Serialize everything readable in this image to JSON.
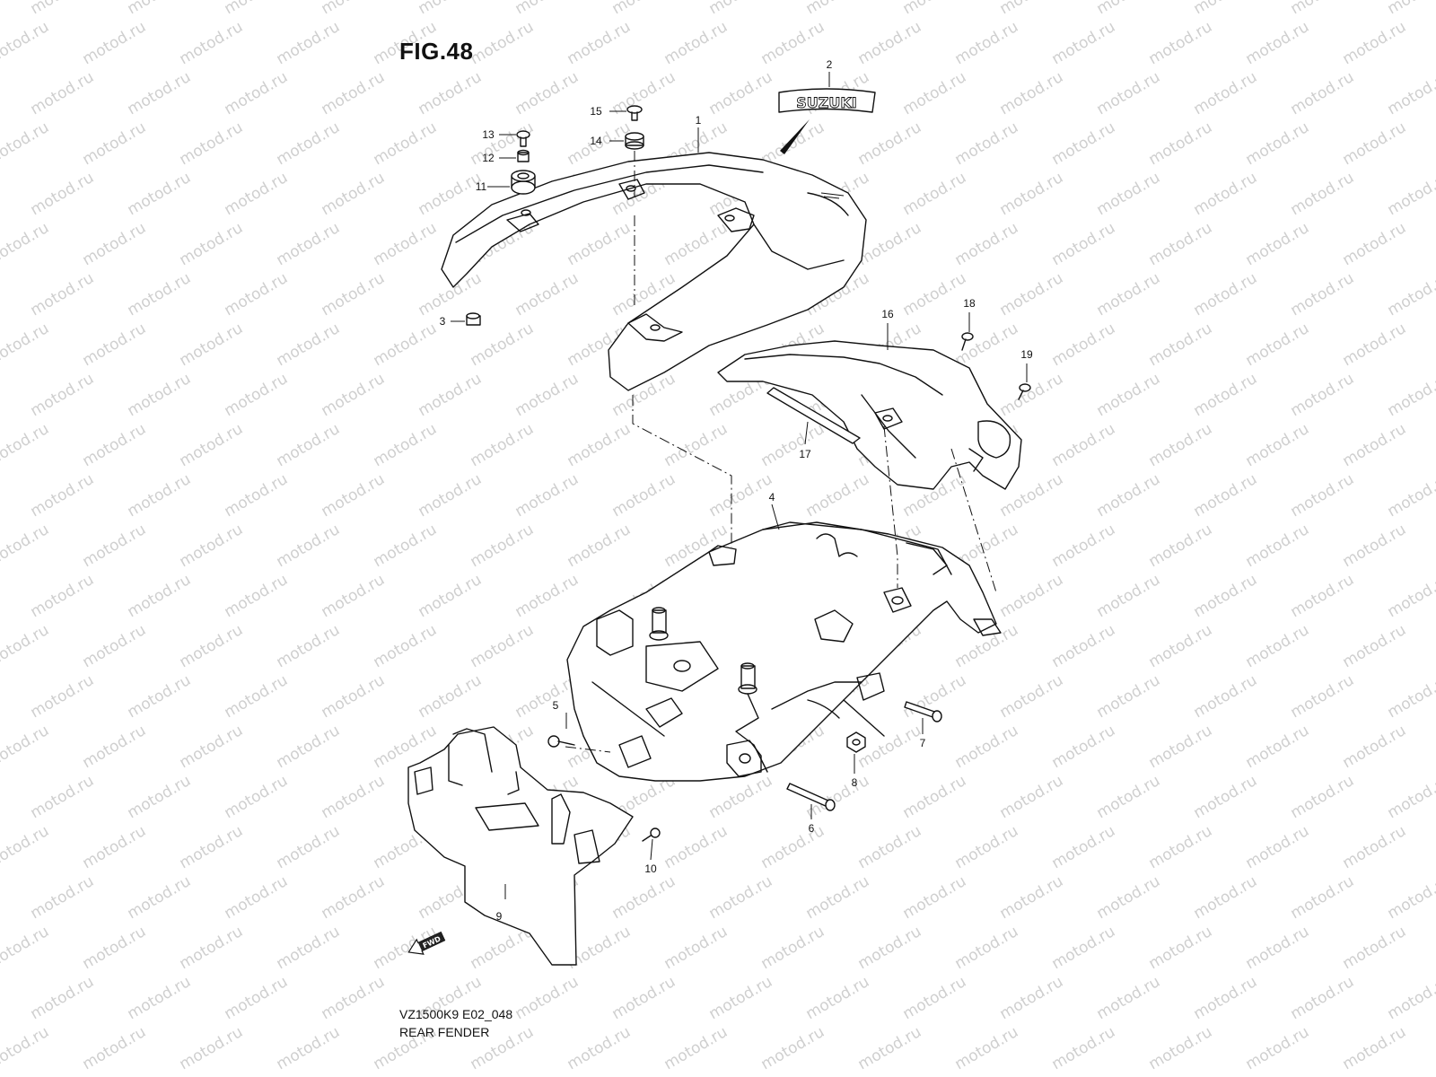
{
  "figure": {
    "title": "FIG.48",
    "code": "VZ1500K9 E02_048",
    "name": "REAR FENDER"
  },
  "watermark": {
    "text": "motod.ru",
    "color": "#cfcfcf"
  },
  "fwd_label": "FWD",
  "brand_badge": "SUZUKI",
  "callouts": [
    "1",
    "2",
    "3",
    "4",
    "5",
    "6",
    "7",
    "8",
    "9",
    "10",
    "11",
    "12",
    "13",
    "14",
    "15",
    "16",
    "17",
    "18",
    "19"
  ]
}
